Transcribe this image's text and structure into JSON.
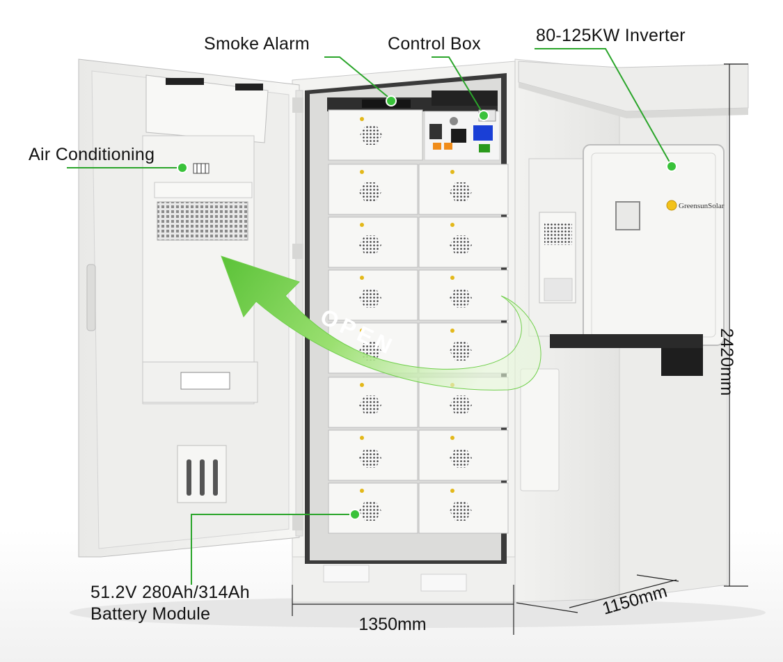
{
  "callouts": {
    "smoke_alarm": "Smoke Alarm",
    "control_box": "Control Box",
    "inverter": "80-125KW Inverter",
    "air_conditioning": "Air Conditioning",
    "battery_line1": "51.2V 280Ah/314Ah",
    "battery_line2": "Battery Module"
  },
  "dimensions": {
    "height": "2420mm",
    "width": "1350mm",
    "depth": "1150mm"
  },
  "arrow_text": "OPEN",
  "brand": "GreensunSolar",
  "colors": {
    "callout_line": "#2aa52a",
    "callout_dot": "#39c23a",
    "arrow_green": "#7ed957",
    "cabinet_white": "#f3f3f1"
  }
}
